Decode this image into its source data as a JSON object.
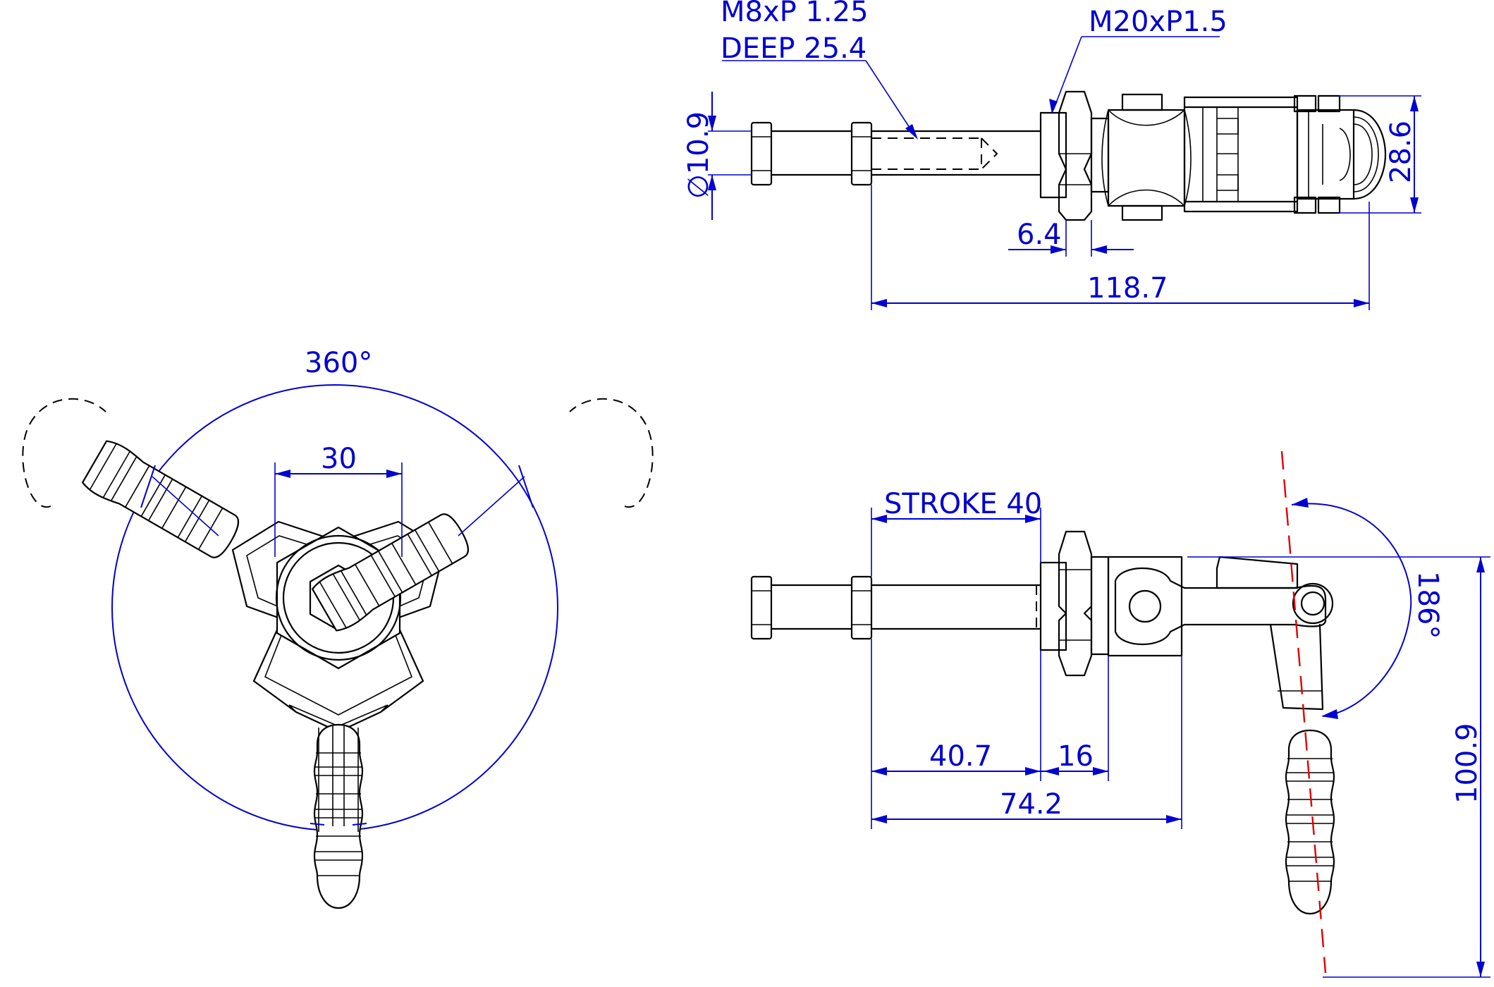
{
  "labels": {
    "thread_m8": "M8xP 1.25",
    "thread_deep": "DEEP 25.4",
    "thread_m20": "M20xP1.5",
    "dia_10_9": "∅10.9",
    "dim_28_6": "28.6",
    "dim_6_4": "6.4",
    "dim_118_7": "118.7",
    "angle_360": "360°",
    "dim_30": "30",
    "stroke_40": "STROKE 40",
    "angle_186": "186°",
    "dim_100_9": "100.9",
    "dim_40_7": "40.7",
    "dim_16": "16",
    "dim_74_2": "74.2"
  },
  "colors": {
    "outline": "#000000",
    "dimension": "#0000d0",
    "centerline": "#e00000"
  }
}
